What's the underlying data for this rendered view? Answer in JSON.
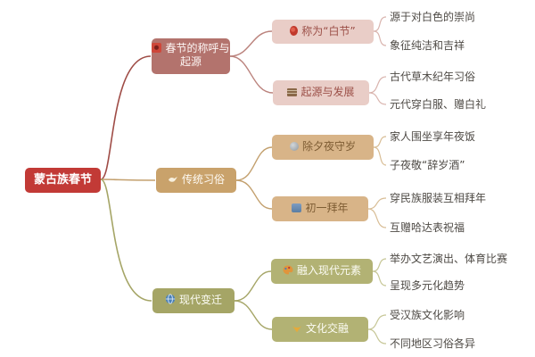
{
  "colors": {
    "root-bg": "#c23a36",
    "b1-bg": "#b3736d",
    "b1-line": "#9f4c46",
    "s1-link": "#bb837d",
    "s1-bg": "#e9cdc7",
    "s1-text": "#9c5048",
    "l1-line": "#d9b4ae",
    "b2-bg": "#c9a26b",
    "b2-line": "#c3a06e",
    "s2-bg": "#d8b488",
    "s2-text": "#7d5c33",
    "l2-line": "#d8bd95",
    "b3-bg": "#a5a566",
    "b3-line": "#a5a566",
    "s3-bg": "#b2b274",
    "l3-line": "#c6c696",
    "leaf-text": "#4e4a45"
  },
  "map": {
    "root": {
      "label": "蒙古族春节"
    },
    "branches": [
      {
        "label": "春节的称呼与起源",
        "icon": "firecracker-icon",
        "children": [
          {
            "label": "称为“白节”",
            "icon": "lantern-icon",
            "leaves": [
              "源于对白色的崇尚",
              "象征纯洁和吉祥"
            ]
          },
          {
            "label": "起源与发展",
            "icon": "books-icon",
            "leaves": [
              "古代草木纪年习俗",
              "元代穿白服、赠白礼"
            ]
          }
        ]
      },
      {
        "label": "传统习俗",
        "icon": "dove-icon",
        "children": [
          {
            "label": "除夕夜守岁",
            "icon": "moon-icon",
            "leaves": [
              "家人围坐享年夜饭",
              "子夜敬“辞岁酒”"
            ]
          },
          {
            "label": "初一拜年",
            "icon": "clothes-icon",
            "leaves": [
              "穿民族服装互相拜年",
              "互赠哈达表祝福"
            ]
          }
        ]
      },
      {
        "label": "现代变迁",
        "icon": "globe-icon",
        "children": [
          {
            "label": "融入现代元素",
            "icon": "palette-icon",
            "leaves": [
              "举办文艺演出、体育比赛",
              "呈现多元化趋势"
            ]
          },
          {
            "label": "文化交融",
            "icon": "merge-icon",
            "leaves": [
              "受汉族文化影响",
              "不同地区习俗各异"
            ]
          }
        ]
      }
    ]
  }
}
